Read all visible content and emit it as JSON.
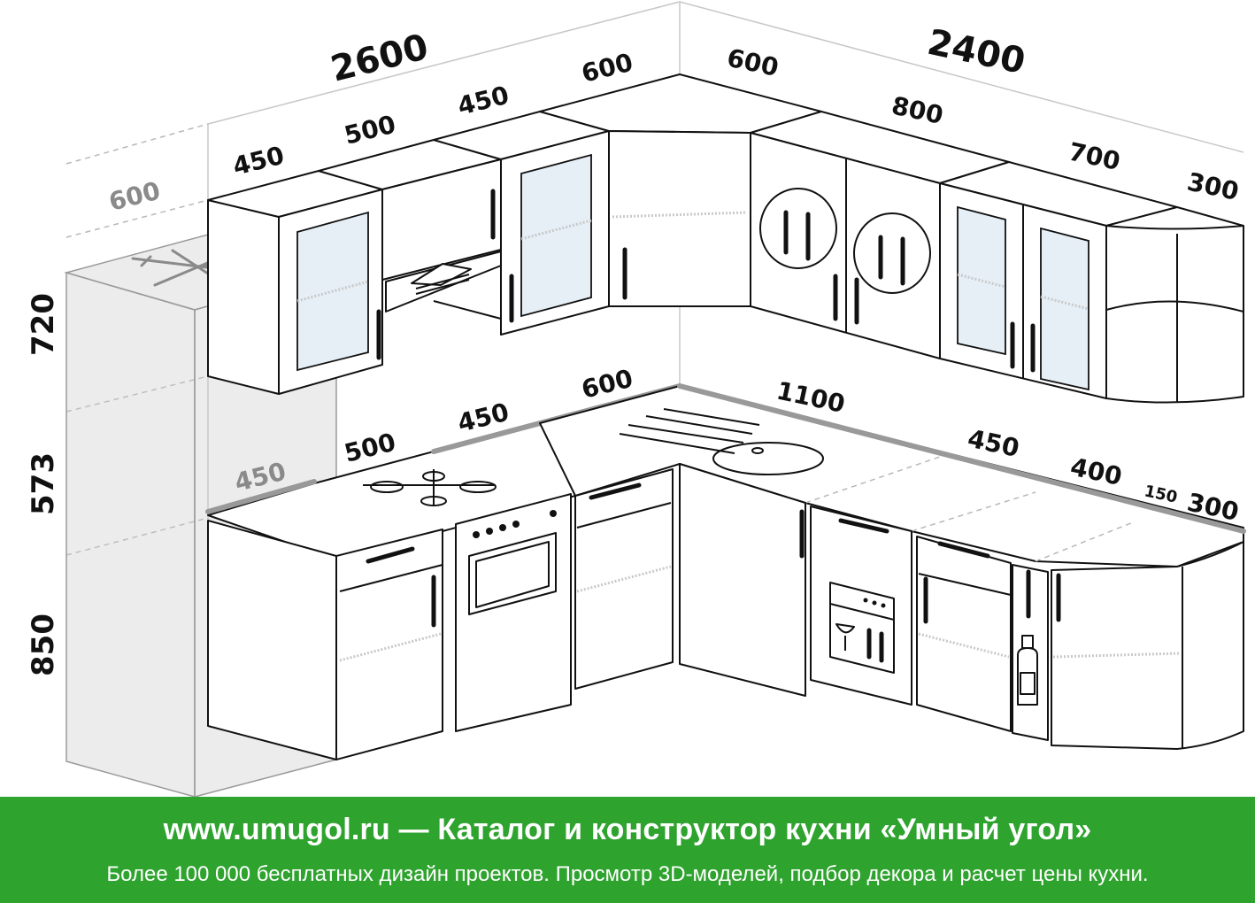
{
  "dimensions": {
    "top_left_total": "2600",
    "top_right_total": "2400",
    "upper_left": [
      "450",
      "500",
      "450",
      "600"
    ],
    "upper_right": [
      "600",
      "800",
      "700",
      "300"
    ],
    "upper_depth": "600",
    "height_upper": "720",
    "height_gap": "573",
    "height_base": "850",
    "base_left": [
      "450",
      "500",
      "450",
      "600"
    ],
    "base_right": [
      "1100",
      "450",
      "400",
      "150",
      "300"
    ]
  },
  "icons": {
    "fridge": "snowflake-icon",
    "hood": "range-hood-icon",
    "plates": "cutlery-plate-icon",
    "dishwasher": "dishwasher-icon",
    "bottle": "bottle-icon",
    "hob": "gas-hob-icon",
    "oven": "oven-icon",
    "sink": "sink-icon"
  },
  "colors": {
    "banner": "#2ea32e",
    "line": "#111111",
    "glass": "#e6eff6",
    "countertop_edge": "#999999"
  },
  "banner": {
    "title": "www.umugol.ru — Каталог и конструктор кухни «Умный угол»",
    "subtitle": "Более 100 000 бесплатных дизайн проектов. Просмотр 3D-моделей, подбор декора и расчет цены кухни."
  }
}
